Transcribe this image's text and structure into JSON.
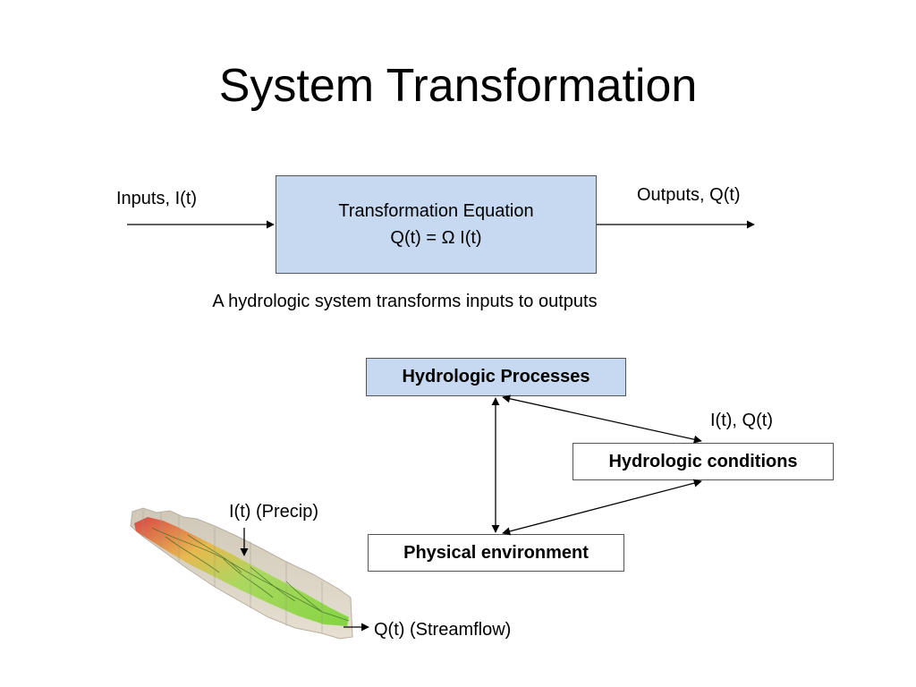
{
  "slide": {
    "title": "System Transformation",
    "input_label": "Inputs, I(t)",
    "output_label": "Outputs, Q(t)",
    "transform_box": {
      "line1": "Transformation Equation",
      "line2": "Q(t) = Ω I(t)"
    },
    "caption": "A hydrologic system transforms inputs to outputs",
    "processes": "Hydrologic Processes",
    "conditions": "Hydrologic conditions",
    "physical": "Physical environment",
    "iq_label": "I(t), Q(t)",
    "precip_label": "I(t) (Precip)",
    "streamflow_label": "Q(t) (Streamflow)"
  },
  "colors": {
    "box_fill": "#c6d9f1",
    "terrain_high": "#d94040",
    "terrain_mid": "#e8b84a",
    "terrain_low": "#8fd64a"
  }
}
